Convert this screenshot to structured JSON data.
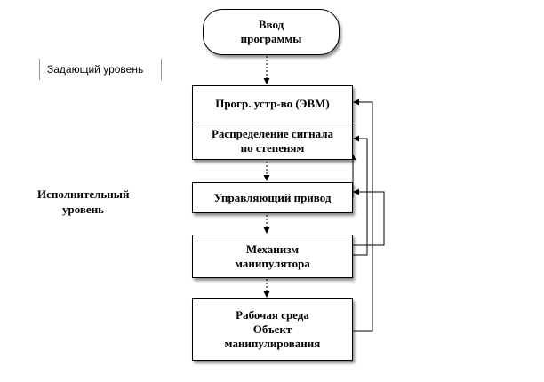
{
  "diagram": {
    "start": {
      "line1": "Ввод",
      "line2": "программы"
    },
    "control_level_label": "Задающий уровень",
    "executive_level_label": {
      "line1": "Исполнительный",
      "line2": "уровень"
    },
    "computer_block": {
      "top": "Прогр. устр-во (ЭВМ)",
      "bottom": {
        "line1": "Распределение сигнала",
        "line2": "по степеням"
      }
    },
    "drive": "Управляющий привод",
    "mechanism": {
      "line1": "Механизм",
      "line2": "манипулятора"
    },
    "environment": {
      "line1": "Рабочая среда",
      "line2": "Объект",
      "line3": "манипулирования"
    }
  }
}
